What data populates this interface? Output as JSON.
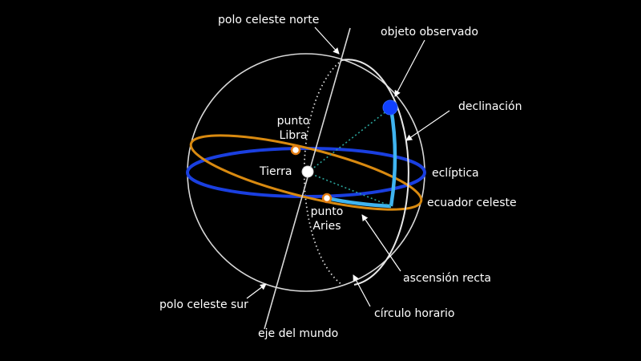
{
  "labels": {
    "north_pole": "polo celeste norte",
    "observed_object": "objeto observado",
    "declination": "declinación",
    "libra_1": "punto",
    "libra_2": "Libra",
    "earth": "Tierra",
    "ecliptic": "eclíptica",
    "celestial_equator": "ecuador celeste",
    "aries_1": "punto",
    "aries_2": "Aries",
    "right_ascension": "ascensión recta",
    "south_pole": "polo celeste sur",
    "hour_circle": "círculo horario",
    "world_axis": "eje del mundo"
  },
  "colors": {
    "background": "#000000",
    "sphere": "#d8d8d8",
    "equator": "#1a3fe0",
    "ecliptic": "#d98a10",
    "highlight": "#3fb4f0",
    "object": "#1040ff",
    "point_fill": "#ffffff",
    "point_ring": "#e07a10",
    "dotted_line": "#2aa39a",
    "text": "#ffffff"
  }
}
